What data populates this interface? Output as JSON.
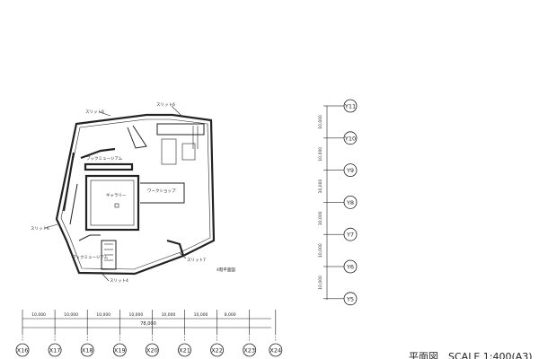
{
  "plan": {
    "title": "4階平面図",
    "labels": {
      "slit_top_left": "スリット6",
      "slit_top_right": "スリット6",
      "slit_left": "スリット6",
      "slit_bottom": "スリット4",
      "slit_right": "スリット7",
      "book_museum_top": "ブックミュージアム",
      "book_museum_bottom": "ブックミュージアム",
      "gallery": "ギャラリー",
      "work_shop": "ワークショップ"
    }
  },
  "x_grid": {
    "dims": [
      "10,000",
      "10,000",
      "10,000",
      "10,000",
      "10,000",
      "10,000",
      "8,000"
    ],
    "total": "78,000",
    "axes": [
      "X16",
      "X17",
      "X18",
      "X19",
      "X20",
      "X21",
      "X22",
      "X23",
      "X24"
    ]
  },
  "y_grid": {
    "dims": [
      "10,000",
      "10,000",
      "10,000",
      "10,000",
      "10,000",
      "10,000"
    ],
    "axes": [
      "Y11",
      "Y10",
      "Y9",
      "Y8",
      "Y7",
      "Y6",
      "Y5"
    ]
  },
  "footer": {
    "caption": "平面図　SCALE 1:400(A3)"
  }
}
